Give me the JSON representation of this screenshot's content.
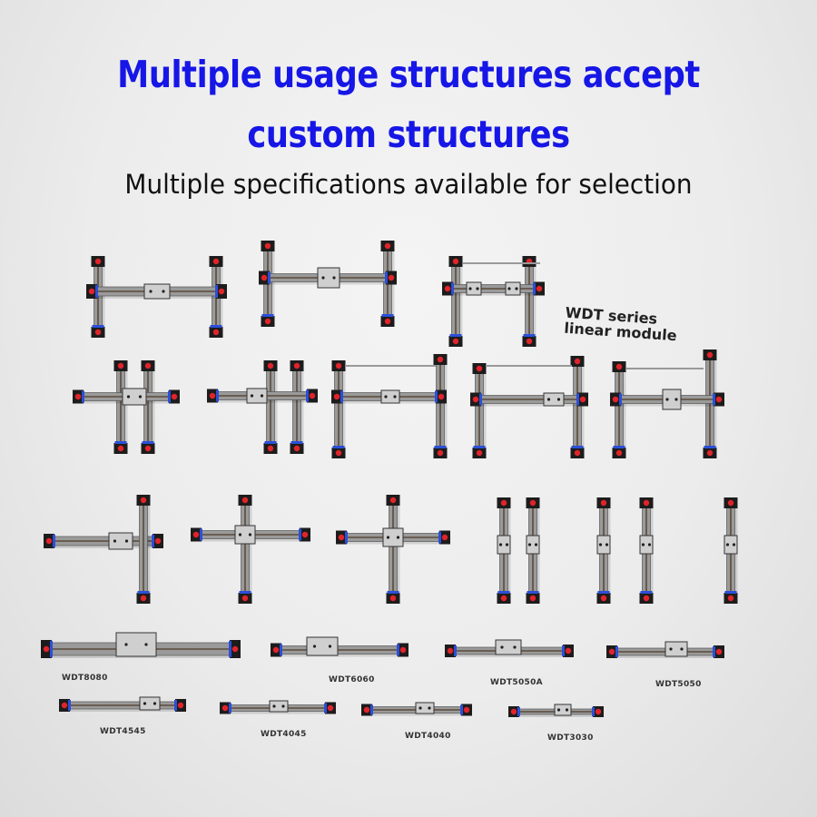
{
  "header": {
    "headline_line1": "Multiple usage structures accept",
    "headline_line2": "custom structures",
    "subtitle": "Multiple specifications available for selection"
  },
  "series_label": {
    "line1": "WDT series",
    "line2": "linear module"
  },
  "models": [
    {
      "name": "WDT8080"
    },
    {
      "name": "WDT6060"
    },
    {
      "name": "WDT5050A"
    },
    {
      "name": "WDT5050"
    },
    {
      "name": "WDT4545"
    },
    {
      "name": "WDT4045"
    },
    {
      "name": "WDT4040"
    },
    {
      "name": "WDT3030"
    }
  ],
  "colors": {
    "headline": "#1616e6",
    "rail": "#9a9a9a",
    "end_cap": "#1c1c1c",
    "motor_dot": "#e0242a",
    "accent_blue": "#2b4fd9"
  }
}
